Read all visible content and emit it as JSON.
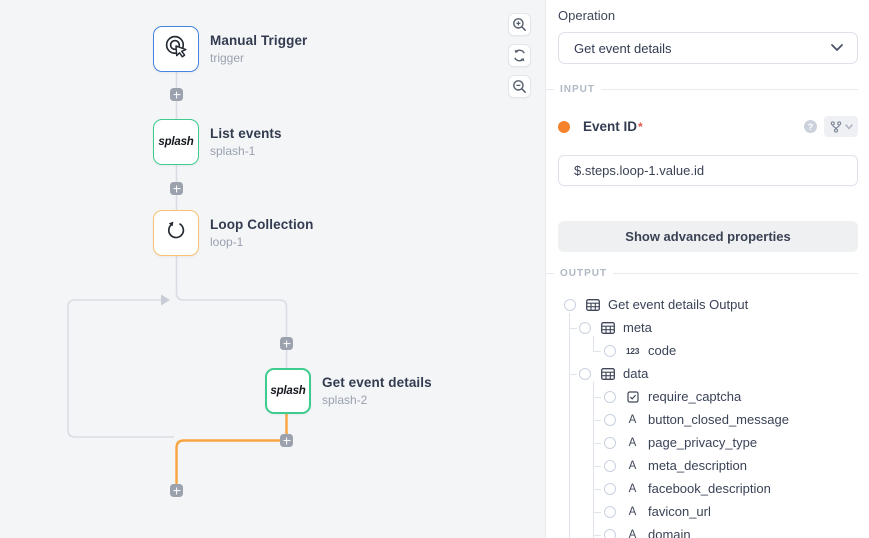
{
  "colors": {
    "canvas_bg": "#f4f5f7",
    "connector": "#d9dde3",
    "connector_active": "#f9a440",
    "node_blue": "#4485e2",
    "node_green": "#3ecb8e",
    "node_orange": "#f8c272",
    "required_dot": "#f5832d"
  },
  "canvas": {
    "toolbar": [
      {
        "icon": "zoom-in-icon"
      },
      {
        "icon": "refresh-icon"
      },
      {
        "icon": "zoom-out-icon"
      }
    ],
    "nodes": [
      {
        "title": "Manual Trigger",
        "subtitle": "trigger",
        "icon": "click-trigger-icon",
        "accent": "#4485e2",
        "selected": false
      },
      {
        "title": "List events",
        "subtitle": "splash-1",
        "icon": "splash-logo",
        "logo_text": "splash",
        "accent": "#3ecb8e",
        "selected": false
      },
      {
        "title": "Loop Collection",
        "subtitle": "loop-1",
        "icon": "loop-icon",
        "accent": "#f8c272",
        "selected": false
      },
      {
        "title": "Get event details",
        "subtitle": "splash-2",
        "icon": "splash-logo",
        "logo_text": "splash",
        "accent": "#3ecb8e",
        "selected": true
      }
    ]
  },
  "panel": {
    "operation_label": "Operation",
    "operation_value": "Get event details",
    "input_section_label": "INPUT",
    "field": {
      "label": "Event ID",
      "required_mark": "*",
      "value": "$.steps.loop-1.value.id",
      "help_glyph": "?"
    },
    "advanced_button_label": "Show advanced properties",
    "output_section_label": "OUTPUT",
    "type_glyphs": {
      "number": "123",
      "string": "A"
    },
    "tree": [
      {
        "label": "Get event details Output",
        "type": "object",
        "depth": 0
      },
      {
        "label": "meta",
        "type": "object",
        "depth": 1
      },
      {
        "label": "code",
        "type": "number",
        "depth": 2
      },
      {
        "label": "data",
        "type": "object",
        "depth": 1
      },
      {
        "label": "require_captcha",
        "type": "boolean",
        "depth": 2
      },
      {
        "label": "button_closed_message",
        "type": "string",
        "depth": 2
      },
      {
        "label": "page_privacy_type",
        "type": "string",
        "depth": 2
      },
      {
        "label": "meta_description",
        "type": "string",
        "depth": 2
      },
      {
        "label": "facebook_description",
        "type": "string",
        "depth": 2
      },
      {
        "label": "favicon_url",
        "type": "string",
        "depth": 2
      },
      {
        "label": "domain",
        "type": "string",
        "depth": 2
      }
    ]
  }
}
